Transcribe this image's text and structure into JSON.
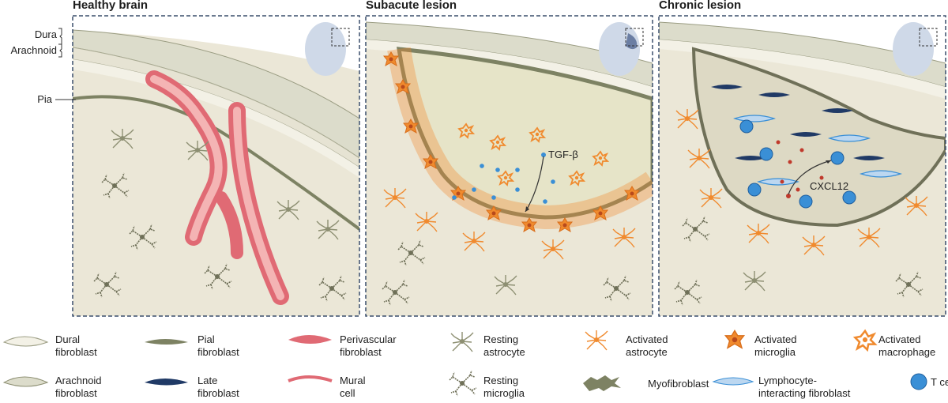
{
  "panels": [
    {
      "title": "Healthy brain"
    },
    {
      "title": "Subacute lesion"
    },
    {
      "title": "Chronic lesion"
    }
  ],
  "side_labels": {
    "dura": "Dura",
    "arachnoid": "Arachnoid",
    "pia": "Pia"
  },
  "annotations": {
    "tgf": "TGF-β",
    "cxcl": "CXCL12"
  },
  "legend": [
    {
      "line1": "Dural",
      "line2": "fibroblast"
    },
    {
      "line1": "Arachnoid",
      "line2": "fibroblast"
    },
    {
      "line1": "Pial",
      "line2": "fibroblast"
    },
    {
      "line1": "Late",
      "line2": "fibroblast"
    },
    {
      "line1": "Perivascular",
      "line2": "fibroblast"
    },
    {
      "line1": "Mural",
      "line2": "cell"
    },
    {
      "line1": "Resting",
      "line2": "astrocyte"
    },
    {
      "line1": "Resting",
      "line2": "microglia"
    },
    {
      "line1": "Activated",
      "line2": "astrocyte"
    },
    {
      "line1": "Myofibroblast",
      "line2": ""
    },
    {
      "line1": "Activated",
      "line2": "microglia"
    },
    {
      "line1": "Lymphocyte-",
      "line2": "interacting fibroblast"
    },
    {
      "line1": "Activated",
      "line2": "macrophage"
    },
    {
      "line1": "T cells",
      "line2": ""
    }
  ],
  "colors": {
    "tissue": "#ebe7d7",
    "meninges": "#dcdccb",
    "pial": "#7d8263",
    "vessel": "#e06a74",
    "vessel_light": "#f4b4b4",
    "orange": "#f08a2e",
    "tcell": "#3a8fd6",
    "late": "#203a66",
    "frame": "#3a4f6c"
  }
}
